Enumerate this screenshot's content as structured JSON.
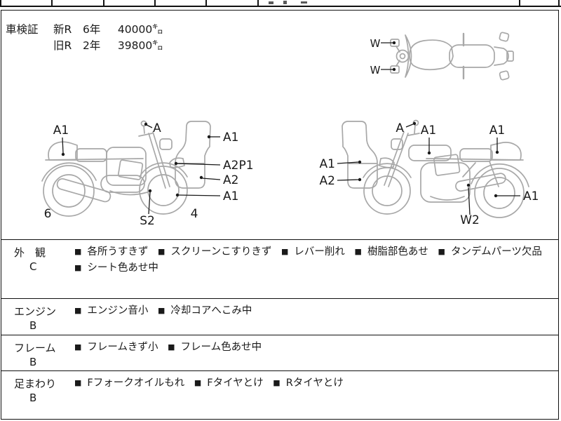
{
  "shaken": {
    "label": "車検証",
    "line1": {
      "era": "新R",
      "years": "6年",
      "mileage": "40000㌔"
    },
    "line2": {
      "era": "旧R",
      "years": "2年",
      "mileage": "39800㌔"
    }
  },
  "diagrams": {
    "top_view": {
      "mirror_top": "W",
      "mirror_bottom": "W"
    },
    "left_view": {
      "tail": "A1",
      "mirror": "A",
      "screen": "A1",
      "front_fender": "A2P1",
      "cowl": "A2",
      "front_wheel": "A1",
      "exhaust": "S2",
      "rear_num": "6",
      "front_num": "4"
    },
    "right_view": {
      "cowl_upper": "A1",
      "cowl_lower": "A2",
      "mirror": "A",
      "tank": "A1",
      "tail": "A1",
      "exhaust": "W2",
      "rear_wheel": "A1"
    }
  },
  "condition": {
    "bullet": "■",
    "rows": [
      {
        "category": "外　観",
        "grade": "C",
        "items": [
          "各所うすきず",
          "スクリーンこすりきず",
          "レバー削れ",
          "樹脂部色あせ",
          "タンデムパーツ欠品",
          "シート色あせ中"
        ]
      },
      {
        "category": "エンジン",
        "grade": "B",
        "items": [
          "エンジン音小",
          "冷却コアへこみ中"
        ]
      },
      {
        "category": "フレーム",
        "grade": "B",
        "items": [
          "フレームきず小",
          "フレーム色あせ中"
        ]
      },
      {
        "category": "足まわり",
        "grade": "B",
        "items": [
          "Fフォークオイルもれ",
          "Fタイヤとけ",
          "Rタイヤとけ"
        ]
      }
    ]
  },
  "colors": {
    "border": "#101010",
    "art_line": "#a8a8a8",
    "text": "#1a1a1a"
  }
}
